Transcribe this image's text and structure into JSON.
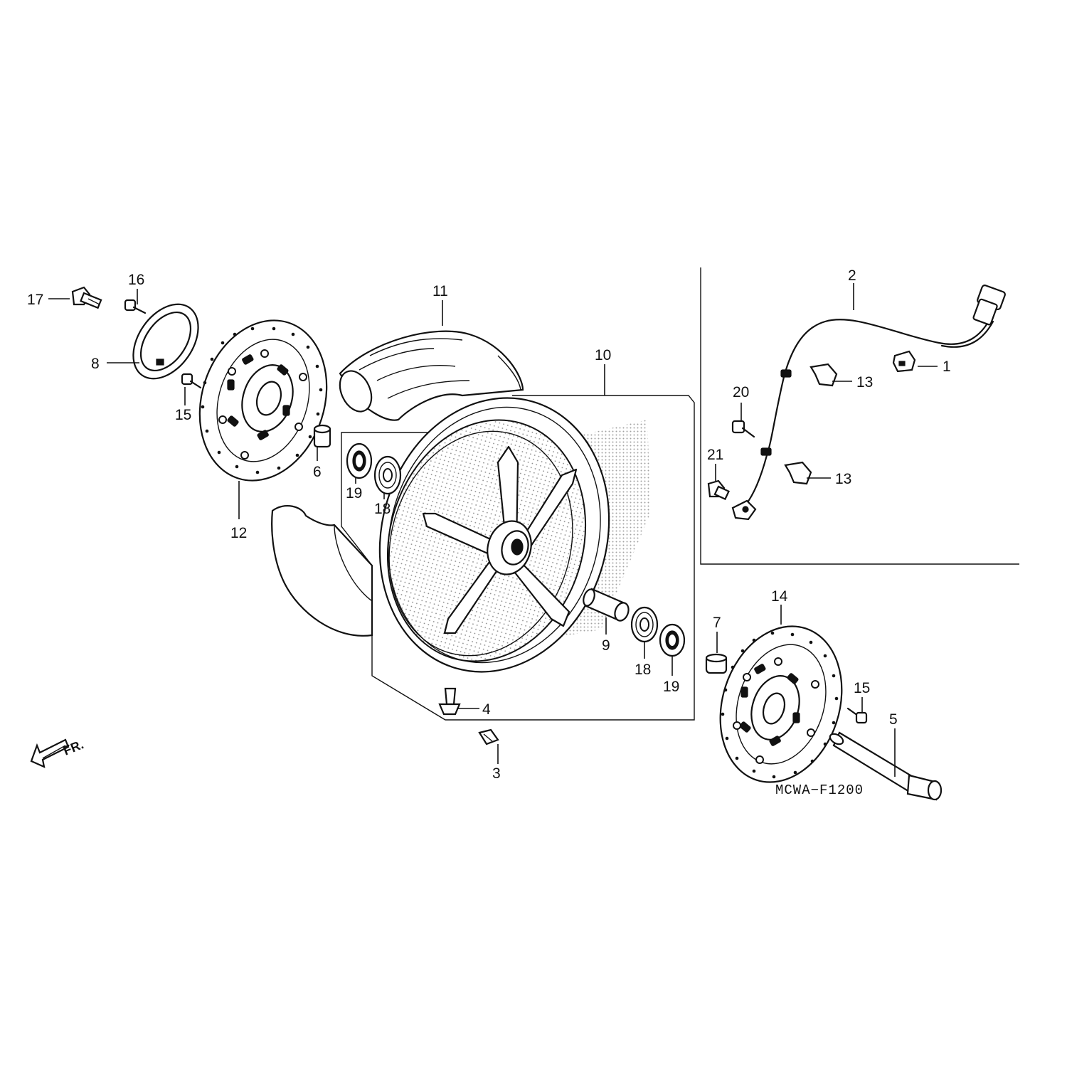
{
  "diagram": {
    "code": "MCWA−F1200",
    "front_marker": "FR.",
    "callouts": {
      "c1": "1",
      "c2": "2",
      "c3": "3",
      "c4": "4",
      "c5": "5",
      "c6": "6",
      "c7": "7",
      "c8": "8",
      "c9": "9",
      "c10": "10",
      "c11": "11",
      "c12": "12",
      "c13a": "13",
      "c13b": "13",
      "c14": "14",
      "c15a": "15",
      "c15b": "15",
      "c16": "16",
      "c17": "17",
      "c18a": "18",
      "c18b": "18",
      "c19a": "19",
      "c19b": "19",
      "c20": "20",
      "c21": "21"
    }
  },
  "colors": {
    "ink": "#111111",
    "paper": "#ffffff"
  }
}
